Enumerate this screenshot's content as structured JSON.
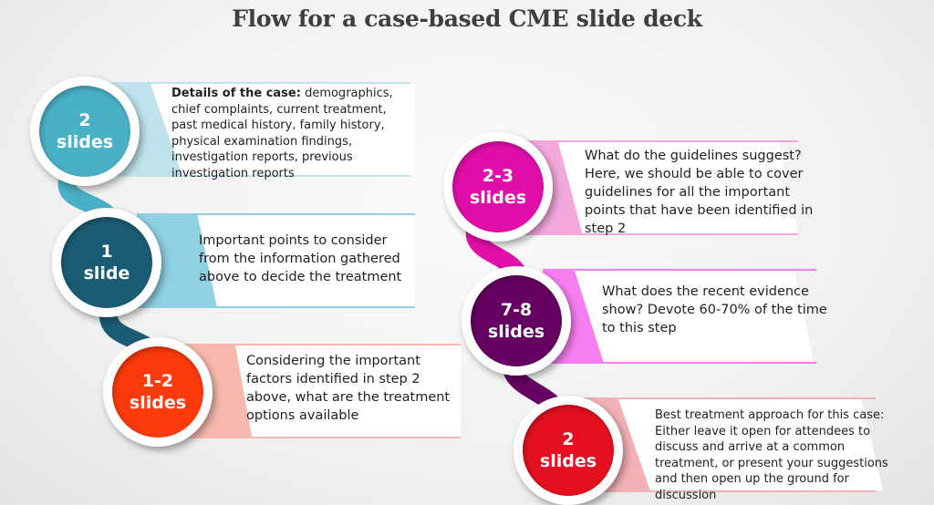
{
  "title": "Flow for a case-based CME slide deck",
  "steps": [
    {
      "count": "2",
      "unit": "slides",
      "color": "#4ab0c6",
      "band_color": "#bfe3ec",
      "bold_lead": "Details of the case:",
      "text": " demographics, chief complaints, current treatment, past medical history, family history, physical examination findings, investigation reports, previous investigation reports"
    },
    {
      "count": "1",
      "unit": "slide",
      "color": "#1b5c74",
      "band_color": "#8fd0e3",
      "bold_lead": "",
      "text": "Important points to consider from the information gathered above to decide the treatment"
    },
    {
      "count": "1-2",
      "unit": "slides",
      "color": "#fc3a0c",
      "band_color": "#f7b9ad",
      "bold_lead": "",
      "text": "Considering the important factors identified in step 2 above, what are the treatment options available"
    },
    {
      "count": "2-3",
      "unit": "slides",
      "color": "#e20ea9",
      "band_color": "#f3a8dc",
      "bold_lead": "",
      "text": "What do the guidelines suggest? Here, we should be able to cover guidelines for all the important points that have been identified in step 2"
    },
    {
      "count": "7-8",
      "unit": "slides",
      "color": "#650062",
      "band_color": "#f57ef0",
      "bold_lead": "",
      "text": "What does the recent evidence show? Devote 60-70% of the time to this step"
    },
    {
      "count": "2",
      "unit": "slides",
      "color": "#e4101f",
      "band_color": "#f2b1b6",
      "bold_lead": "",
      "text": "Best treatment approach for this case: Either leave it open for attendees to discuss and arrive at a common treatment, or present your suggestions and then open up the ground for discussion"
    }
  ]
}
